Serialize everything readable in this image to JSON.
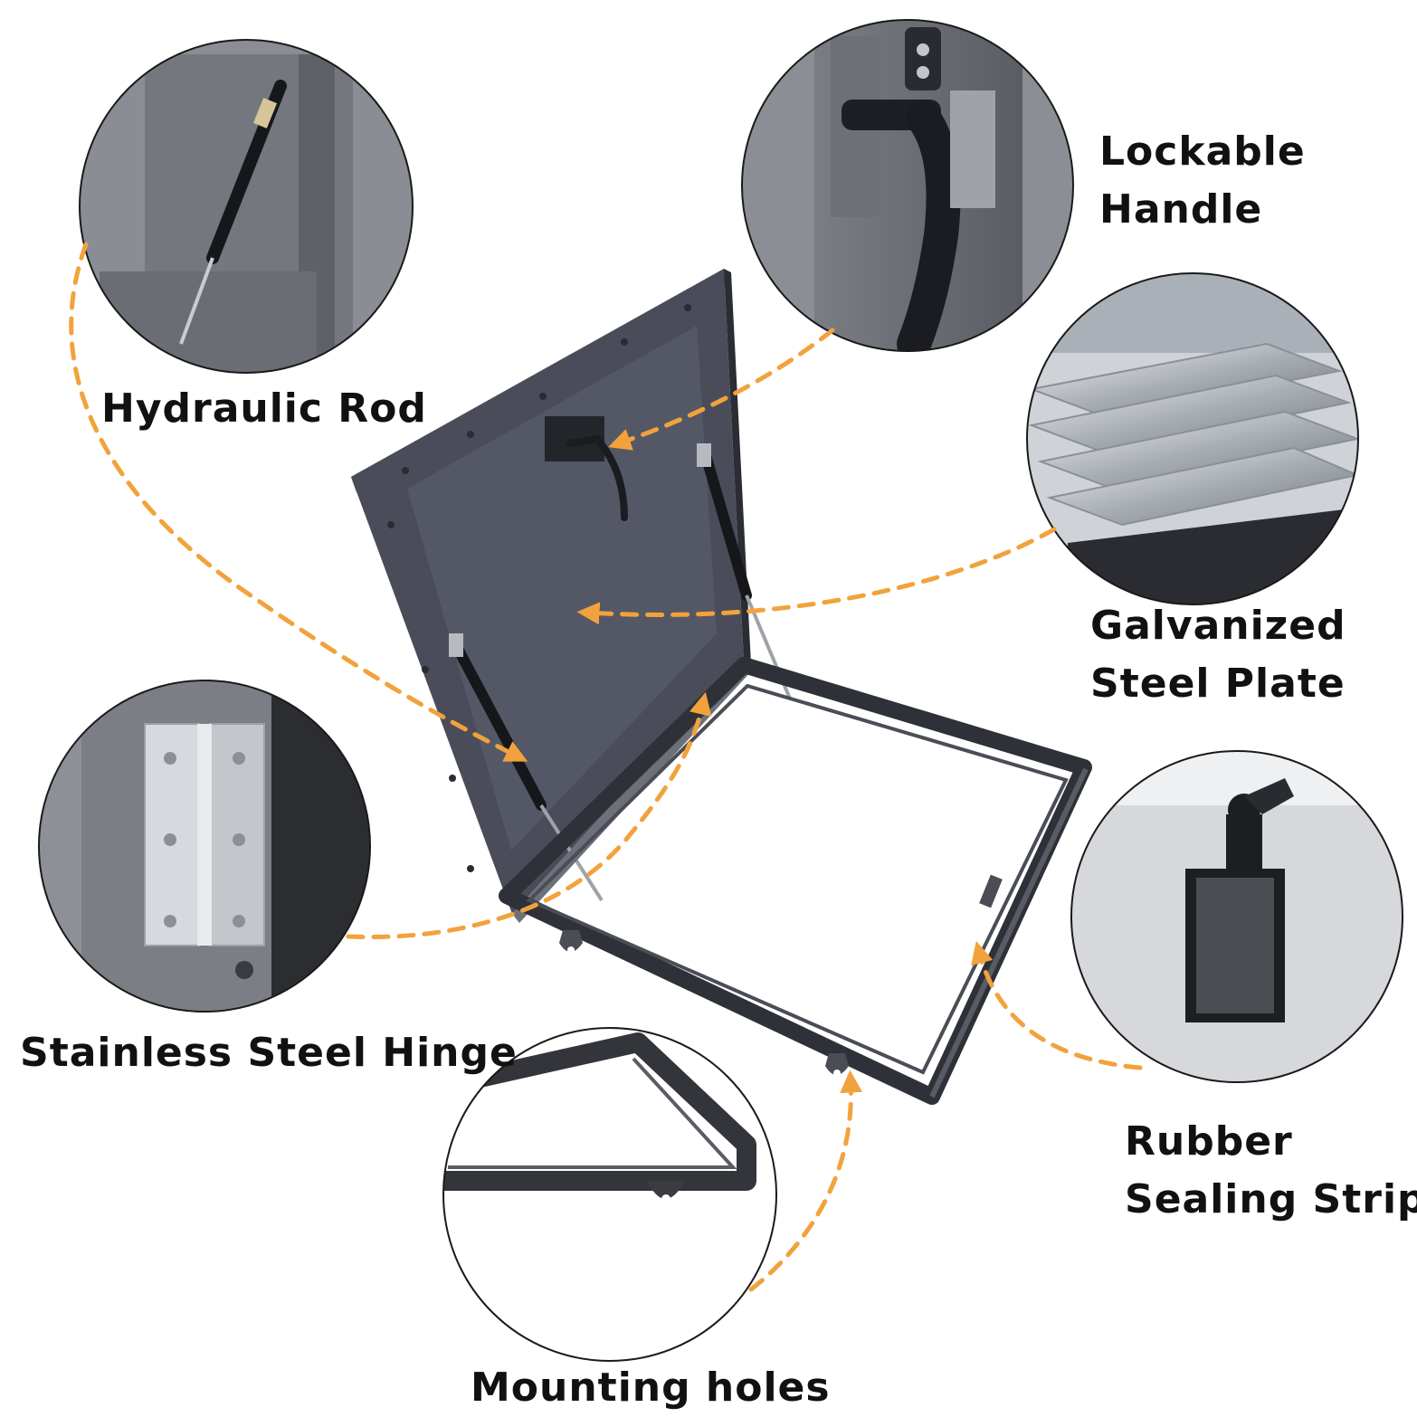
{
  "labels": {
    "hydraulic_rod": "Hydraulic Rod",
    "lockable_handle_line1": "Lockable",
    "lockable_handle_line2": "Handle",
    "galvanized_plate_line1": "Galvanized",
    "galvanized_plate_line2": "Steel Plate",
    "stainless_hinge": "Stainless Steel Hinge",
    "rubber_strip_line1": "Rubber",
    "rubber_strip_line2": "Sealing Strip",
    "mounting_holes": "Mounting holes"
  },
  "colors": {
    "leader": "#F2A23C",
    "hatch_body": "#4A4D59",
    "hatch_edge": "#2B2D35",
    "frame": "#2F3138",
    "background": "#FFFFFF",
    "label_text": "#111111"
  },
  "icons": {
    "leader_arrow": "arrowhead"
  }
}
